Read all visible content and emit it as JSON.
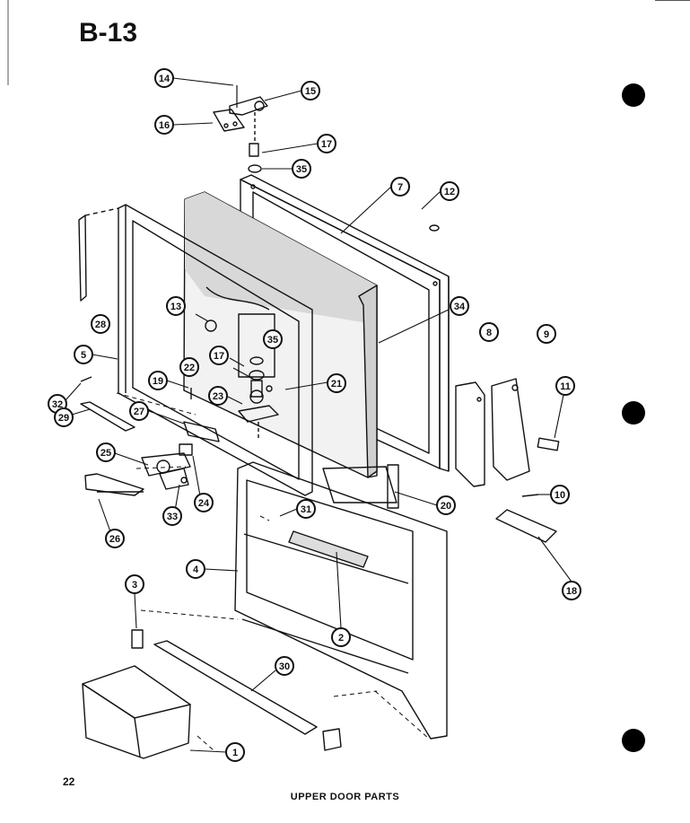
{
  "page_id": "B-13",
  "page_number": "22",
  "caption": "UPPER DOOR PARTS",
  "callouts": [
    "14",
    "15",
    "16",
    "17",
    "35",
    "7",
    "12",
    "28",
    "13",
    "34",
    "35",
    "8",
    "9",
    "5",
    "17",
    "22",
    "21",
    "19",
    "32",
    "23",
    "27",
    "11",
    "29",
    "25",
    "24",
    "33",
    "20",
    "31",
    "10",
    "26",
    "4",
    "3",
    "18",
    "2",
    "30",
    "1"
  ]
}
